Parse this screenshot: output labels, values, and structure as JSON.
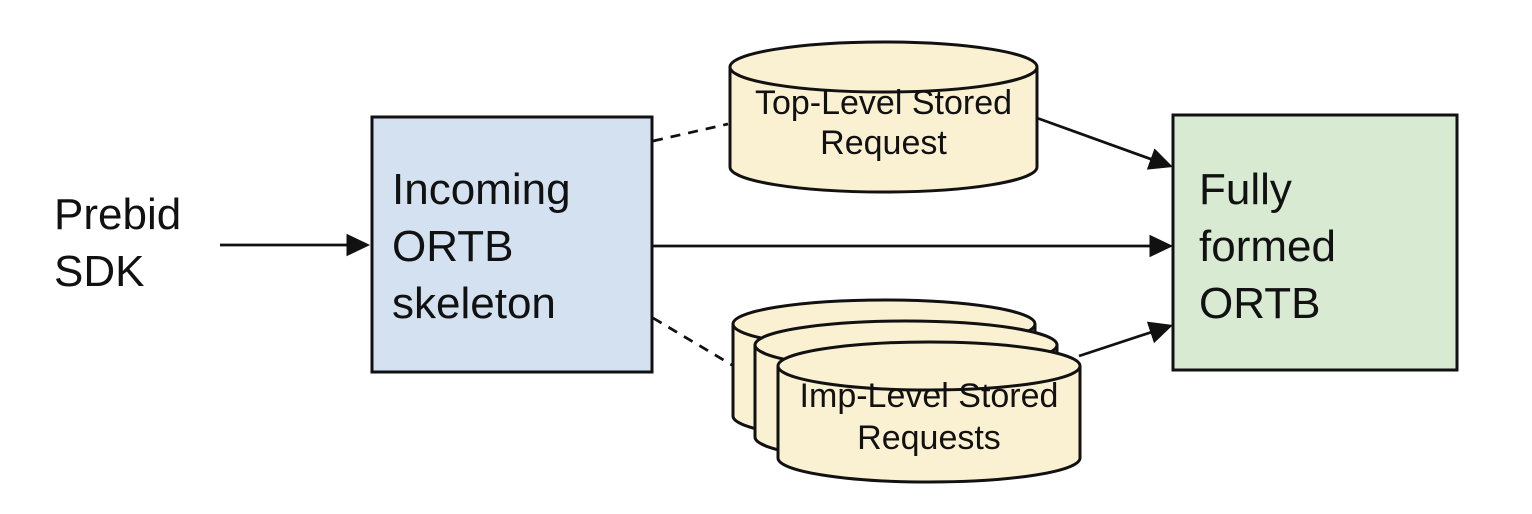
{
  "diagram_type": "flowchart",
  "colors": {
    "background": "#ffffff",
    "stroke": "#111111",
    "text": "#111111",
    "incoming_box_fill": "#d4e1f0",
    "fully_formed_box_fill": "#d9ead3",
    "cylinder_fill": "#faf0d2"
  },
  "nodes": {
    "prebid_sdk": {
      "type": "text",
      "lines": [
        "Prebid",
        "SDK"
      ]
    },
    "incoming_ortb": {
      "type": "box",
      "lines": [
        "Incoming",
        "ORTB",
        "skeleton"
      ]
    },
    "top_level_stored_request": {
      "type": "cylinder",
      "lines": [
        "Top-Level Stored",
        "Request"
      ]
    },
    "imp_level_stored_requests": {
      "type": "stacked-cylinders",
      "count": 3,
      "lines": [
        "Imp-Level Stored",
        "Requests"
      ]
    },
    "fully_formed_ortb": {
      "type": "box",
      "lines": [
        "Fully",
        "formed",
        "ORTB"
      ]
    }
  },
  "edges": [
    {
      "from": "prebid_sdk",
      "to": "incoming_ortb",
      "style": "solid",
      "arrowhead": true
    },
    {
      "from": "incoming_ortb",
      "to": "top_level_stored_request",
      "style": "dashed",
      "arrowhead": false
    },
    {
      "from": "incoming_ortb",
      "to": "fully_formed_ortb",
      "style": "solid",
      "arrowhead": true
    },
    {
      "from": "incoming_ortb",
      "to": "imp_level_stored_requests",
      "style": "dashed",
      "arrowhead": false
    },
    {
      "from": "top_level_stored_request",
      "to": "fully_formed_ortb",
      "style": "solid",
      "arrowhead": true
    },
    {
      "from": "imp_level_stored_requests",
      "to": "fully_formed_ortb",
      "style": "solid",
      "arrowhead": true
    }
  ]
}
